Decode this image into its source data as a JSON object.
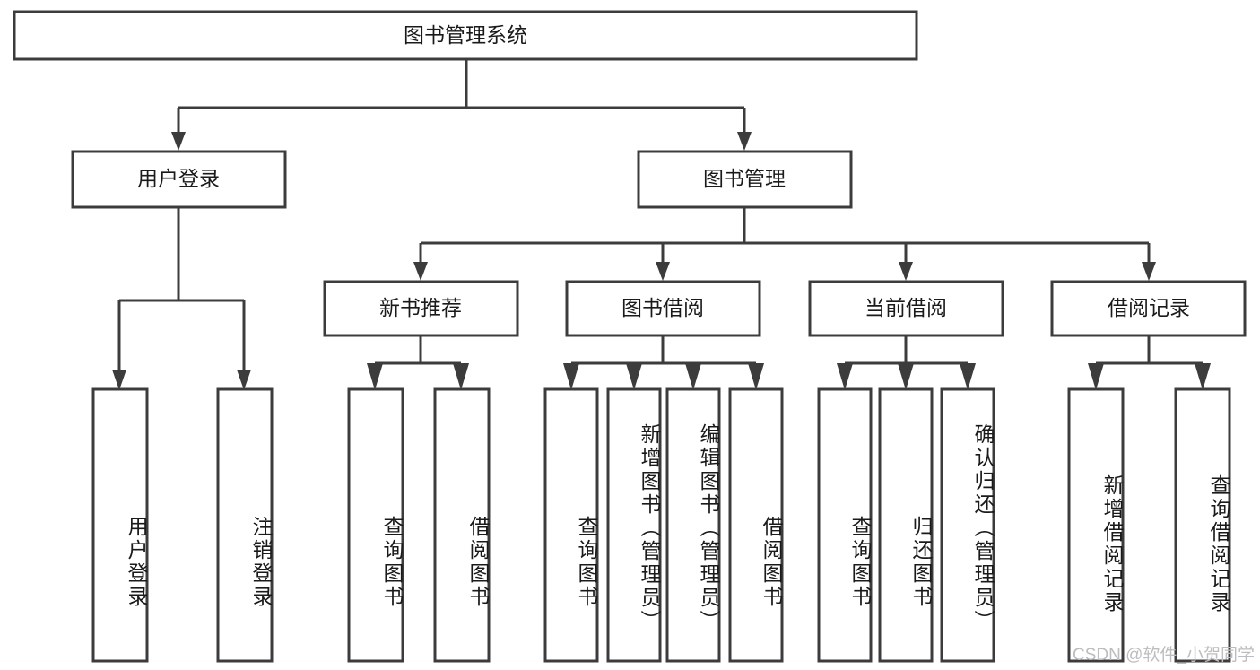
{
  "diagram": {
    "title": "图书管理系统",
    "type": "tree-hierarchy-chart",
    "accent_color": "#3c3c3c",
    "background_color": "#ffffff",
    "root": {
      "label": "图书管理系统",
      "name": "node-root-library-system"
    },
    "level2": [
      {
        "label": "用户登录",
        "name": "node-user-login"
      },
      {
        "label": "图书管理",
        "name": "node-book-management"
      }
    ],
    "level3": [
      {
        "label": "新书推荐",
        "name": "node-new-book-recommend"
      },
      {
        "label": "图书借阅",
        "name": "node-book-borrow"
      },
      {
        "label": "当前借阅",
        "name": "node-current-borrow"
      },
      {
        "label": "借阅记录",
        "name": "node-borrow-record"
      }
    ],
    "leaves": {
      "user_login": [
        {
          "label": "用户登录",
          "name": "leaf-user-login"
        },
        {
          "label": "注销登录",
          "name": "leaf-logout"
        }
      ],
      "new_book_recommend": [
        {
          "label": "查询图书",
          "name": "leaf-query-book-recommend"
        },
        {
          "label": "借阅图书",
          "name": "leaf-borrow-book-recommend"
        }
      ],
      "book_borrow": [
        {
          "label": "查询图书",
          "name": "leaf-query-book-borrow"
        },
        {
          "label": "新增图书（管理员）",
          "name": "leaf-add-book-admin"
        },
        {
          "label": "编辑图书（管理员）",
          "name": "leaf-edit-book-admin"
        },
        {
          "label": "借阅图书",
          "name": "leaf-borrow-book"
        }
      ],
      "current_borrow": [
        {
          "label": "查询图书",
          "name": "leaf-query-book-current"
        },
        {
          "label": "归还图书",
          "name": "leaf-return-book"
        },
        {
          "label": "确认归还（管理员）",
          "name": "leaf-confirm-return-admin"
        }
      ],
      "borrow_record": [
        {
          "label": "新增借阅记录",
          "name": "leaf-add-borrow-record"
        },
        {
          "label": "查询借阅记录",
          "name": "leaf-query-borrow-record"
        }
      ]
    }
  },
  "watermark": {
    "text": "CSDN @软件_小贺同学"
  }
}
